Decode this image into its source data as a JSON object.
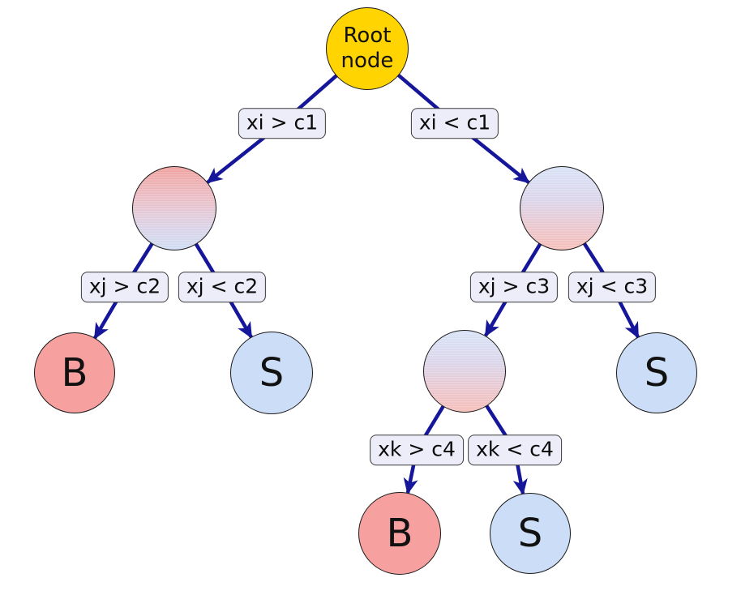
{
  "figure": {
    "description": "Decision tree diagram with root node, gradient internal nodes, and B/S leaf nodes",
    "colors": {
      "background": "#ffffff",
      "edge": "#16169b",
      "root_fill": "#ffd400",
      "leaf_b_fill": "#f7a0a0",
      "leaf_s_fill": "#cbddf7",
      "label_fill": "#ededfa",
      "label_border": "#3a3a3a",
      "node_border": "#1a1a1a",
      "grad_pink": "#f1a09e",
      "grad_blue": "#cfddf4"
    },
    "nodes": {
      "root": "Root\nnode",
      "leaf_b_left": "B",
      "leaf_s_left": "S",
      "leaf_s_right": "S",
      "leaf_b_bottom": "B",
      "leaf_s_bottom": "S"
    },
    "edge_labels": [
      "xi > c1",
      "xi < c1",
      "xj > c2",
      "xj < c2",
      "xj > c3",
      "xj < c3",
      "xk > c4",
      "xk < c4"
    ]
  }
}
